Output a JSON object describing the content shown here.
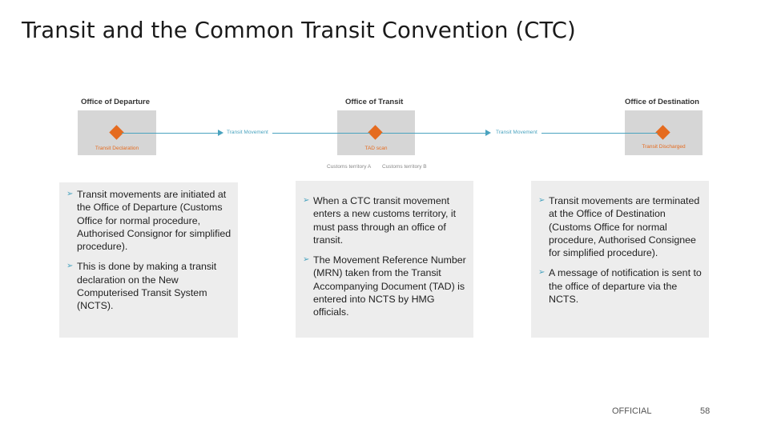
{
  "slide": {
    "title": "Transit and the Common Transit Convention (CTC)"
  },
  "diagram": {
    "offices": [
      {
        "label": "Office of Departure",
        "caption": "Transit Declaration"
      },
      {
        "label": "Office of Transit",
        "caption": "TAD scan"
      },
      {
        "label": "Office of Destination",
        "caption": "Transit Discharged"
      }
    ],
    "movements": [
      "Transit Movement",
      "Transit Movement"
    ],
    "territories": [
      "Customs territory A",
      "Customs territory B"
    ],
    "colors": {
      "diamond": "#e56b1f",
      "connector": "#4aa3bf",
      "box": "#d6d6d6",
      "panel": "#ededed"
    }
  },
  "panels": [
    {
      "bullets": [
        "Transit movements are initiated at the Office of Departure (Customs Office for normal procedure, Authorised Consignor for simplified procedure).",
        "This is done by making a transit declaration on the New Computerised Transit System (NCTS)."
      ]
    },
    {
      "bullets": [
        "When a CTC transit movement enters a new customs territory, it must pass through an office of transit.",
        "The Movement Reference Number (MRN) taken from the Transit Accompanying Document (TAD) is entered into NCTS by HMG officials."
      ]
    },
    {
      "bullets": [
        "Transit movements are terminated at the Office of Destination (Customs Office for normal procedure, Authorised Consignee for simplified procedure).",
        "A message of notification is sent to the office of departure via the NCTS."
      ]
    }
  ],
  "bullet_icon": "arrowhead-bullet-icon",
  "footer": {
    "classification": "OFFICIAL",
    "page_number": "58"
  }
}
